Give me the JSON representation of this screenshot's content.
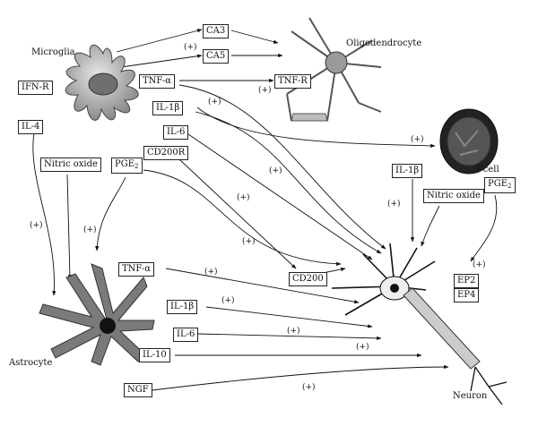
{
  "cells": {
    "microglia": "Microglia",
    "oligodendrocyte": "Oligodendrocyte",
    "tcell": "T-cell",
    "astrocyte": "Astrocyte",
    "neuron": "Neuron"
  },
  "factors": {
    "ca3": "CA3",
    "ca5": "CA5",
    "ifnr": "IFN-R",
    "tnf_microglia": "TNF-α",
    "tnfr": "TNF-R",
    "il1b_microglia": "IL-1β",
    "il6_microglia": "IL-6",
    "il4": "IL-4",
    "cd200r": "CD200R",
    "nitric_oxide_microglia": "Nitric oxide",
    "pge2_microglia": "PGE",
    "il1b_neuron": "IL-1β",
    "nitric_oxide_neuron": "Nitric oxide",
    "pge2_neuron": "PGE",
    "cd200": "CD200",
    "ep2": "EP2",
    "ep4": "EP4",
    "tnf_astrocyte": "TNF-α",
    "il1b_astrocyte": "IL-1β",
    "il6_astrocyte": "IL-6",
    "il10": "IL-10",
    "ngf": "NGF"
  },
  "subscripts": {
    "pge2": "2"
  },
  "effect_label": "(+)"
}
